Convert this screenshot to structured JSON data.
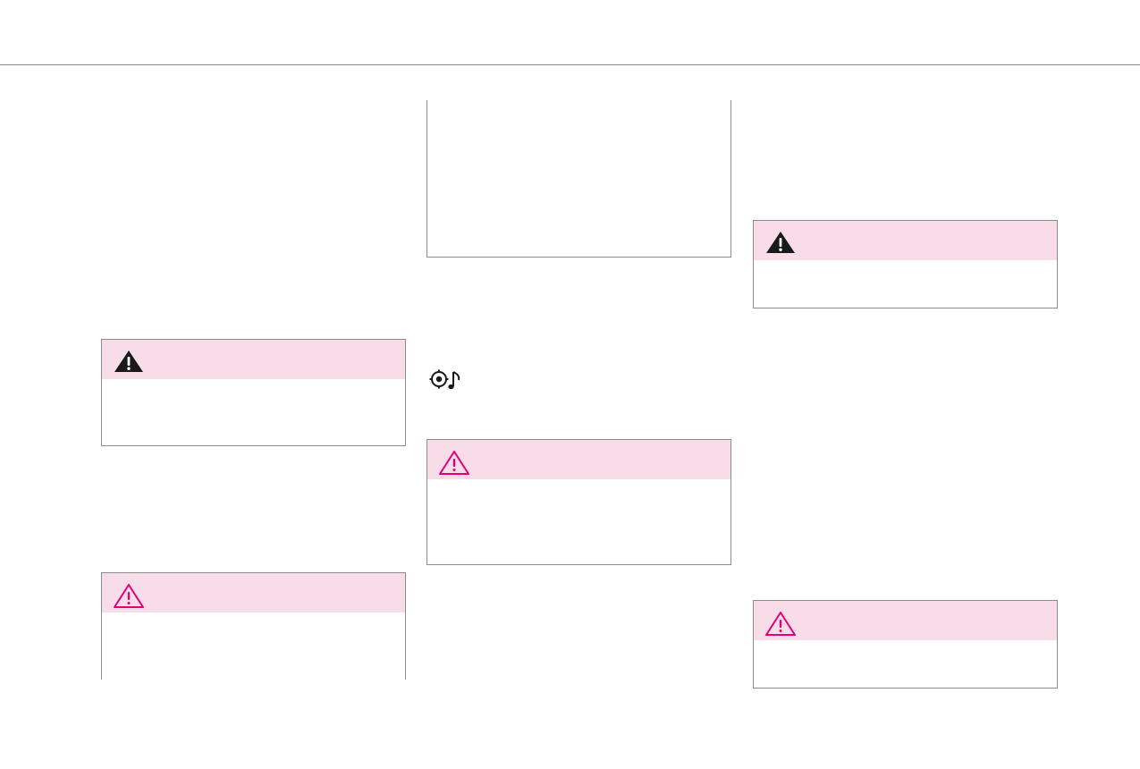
{
  "page": {
    "background": "#ffffff",
    "rule_color": "#8a8a8a",
    "box_border_color": "#8c8c8c"
  },
  "warning_boxes": [
    {
      "id": "left-upper",
      "icon": "warning-filled-icon",
      "header_color": "#f8dde9",
      "icon_color": "#1a1a1a"
    },
    {
      "id": "left-lower",
      "icon": "warning-outline-icon",
      "header_color": "#f8dde9",
      "icon_color": "#e0007a"
    },
    {
      "id": "middle",
      "icon": "warning-outline-icon",
      "header_color": "#f8dde9",
      "icon_color": "#e0007a"
    },
    {
      "id": "right-upper",
      "icon": "warning-filled-icon",
      "header_color": "#f8dde9",
      "icon_color": "#1a1a1a"
    },
    {
      "id": "right-lower",
      "icon": "warning-outline-icon",
      "header_color": "#f8dde9",
      "icon_color": "#e0007a"
    }
  ],
  "icons": {
    "audio_settings": "audio-settings-icon"
  }
}
